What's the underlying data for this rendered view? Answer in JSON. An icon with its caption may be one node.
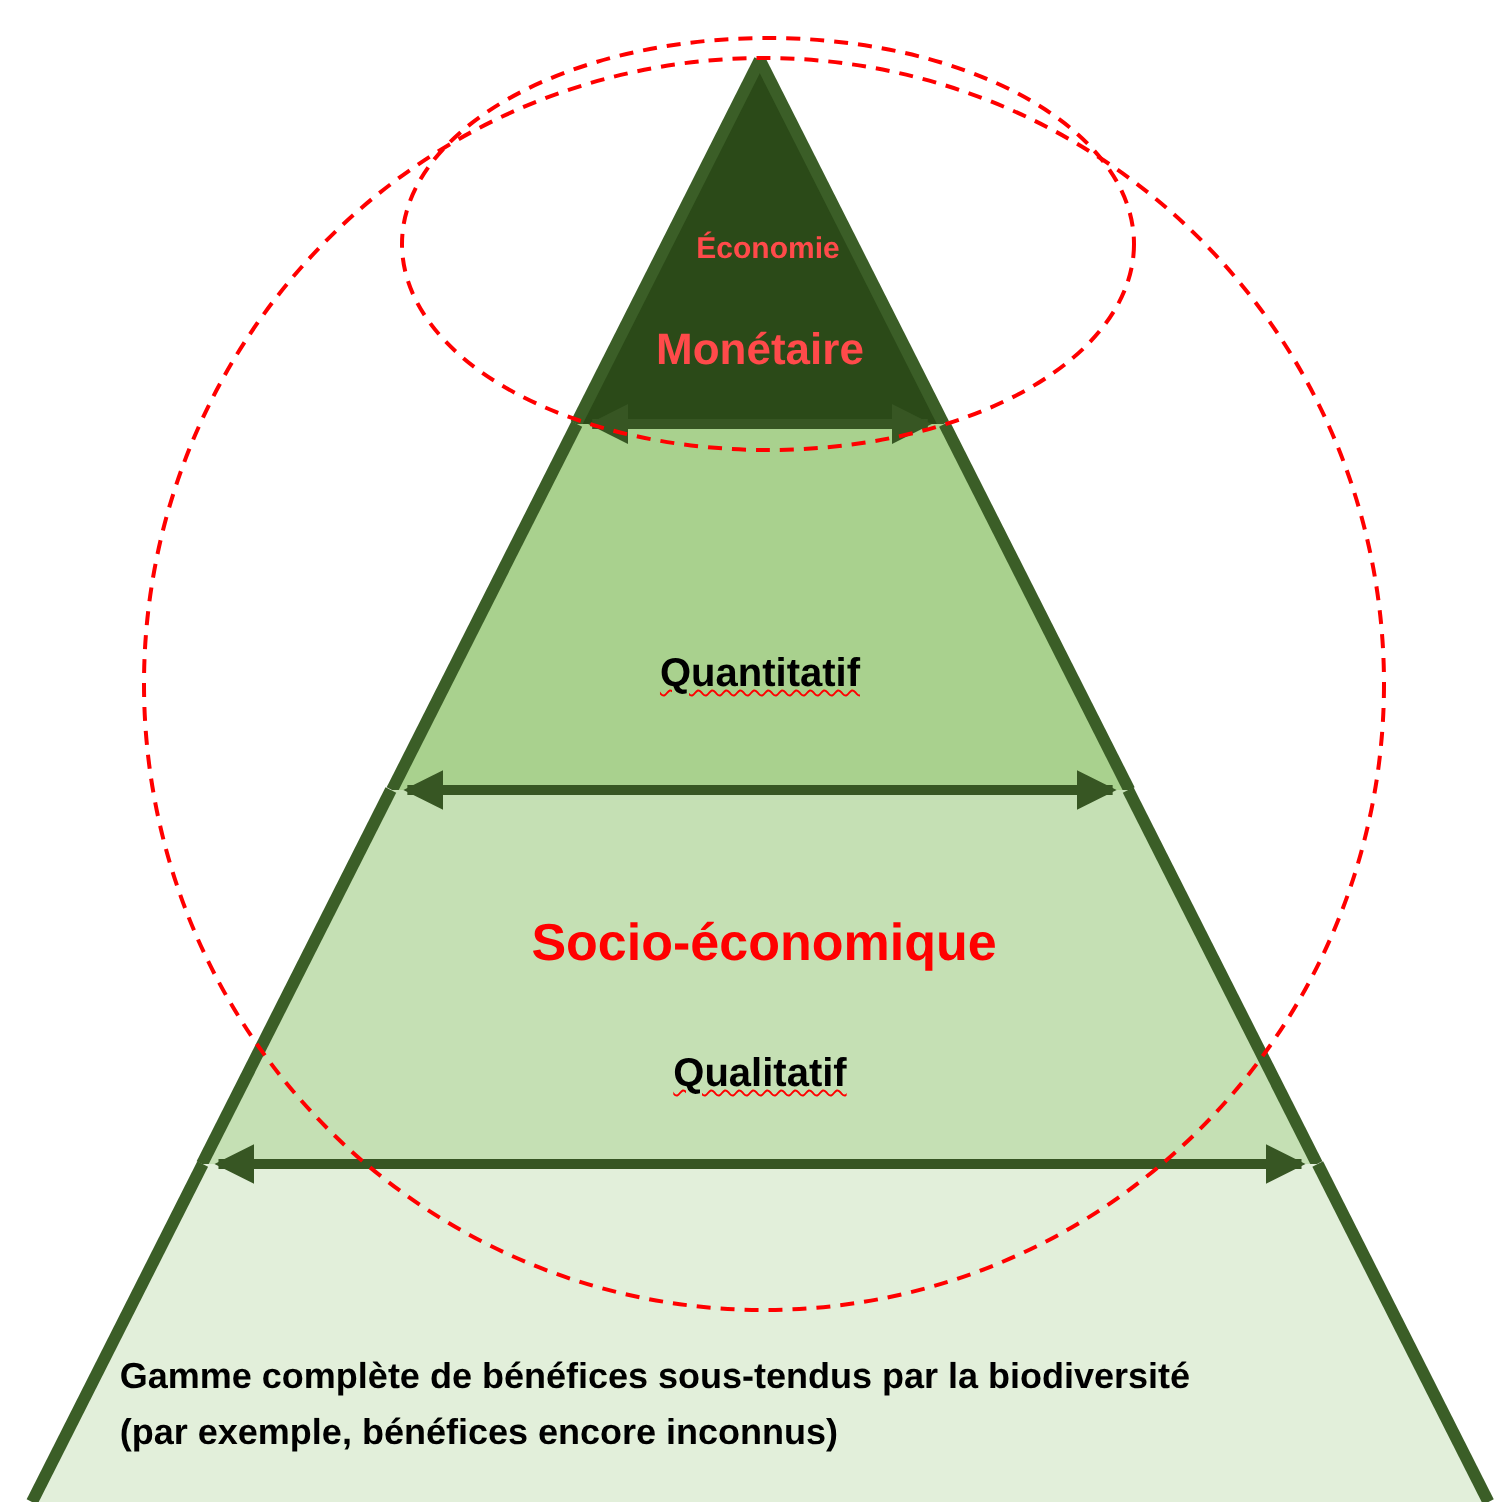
{
  "diagram": {
    "nodes": [
      {
        "text": [
          "Monétaire"
        ]
      },
      {
        "text": [
          "Quantitatif"
        ]
      },
      {
        "text": [
          "Qualitatif"
        ]
      },
      {
        "text": [
          "Gamme complète de bénéfices sous-tendus par la biodiversité (par exemple, bénéfices encore inconnus)"
        ]
      }
    ],
    "labels": [
      "Économie",
      "Socio-économique"
    ]
  }
}
